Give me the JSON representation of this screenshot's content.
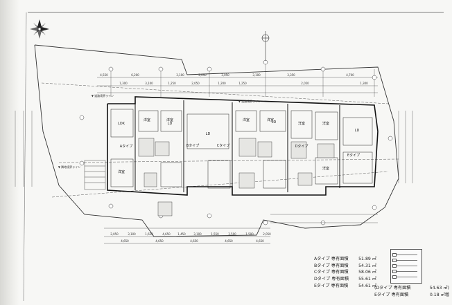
{
  "areas": [
    {
      "label": "Aタイプ 専有面積",
      "value": "51.89 ㎡"
    },
    {
      "label": "Bタイプ 専有面積",
      "value": "54.31 ㎡"
    },
    {
      "label": "Cタイプ 専有面積",
      "value": "58.06 ㎡"
    },
    {
      "label": "Dタイプ 専有面積",
      "value": "55.61 ㎡"
    },
    {
      "label": "Eタイプ 専有面積",
      "value": "54.61 ㎡"
    }
  ],
  "summary": [
    {
      "label": "(Dタイプ 専有面積",
      "value": "54.63 ㎡)"
    },
    {
      "label": "Eタイプ 専有面積",
      "value": "0.18 ㎡増"
    }
  ],
  "dims_top_row1": [
    "4,550",
    "6,200",
    "3,100",
    "2,050",
    "3,050",
    "3,100",
    "3,350",
    "4,700"
  ],
  "dims_top_row2": [
    "1,300",
    "3,100",
    "1,250",
    "2,050",
    "1,200",
    "1,250",
    "2,050",
    "1,300"
  ],
  "dims_bottom_row1": [
    "2,050",
    "3,100",
    "1,650",
    "4,650",
    "1,450",
    "3,100",
    "1,550",
    "3,500",
    "1,500",
    "2,050"
  ],
  "dims_bottom_row2": [
    "4,650",
    "4,650",
    "4,650",
    "4,650",
    "4,650"
  ],
  "room_labels": [
    "LDK",
    "LD",
    "LD",
    "LD",
    "LD",
    "洋室",
    "洋室",
    "洋室",
    "洋室",
    "洋室",
    "洋室",
    "洋室",
    "洋室"
  ],
  "type_labels": [
    "Aタイプ",
    "Bタイプ",
    "Cタイプ",
    "Dタイプ",
    "Eタイプ"
  ],
  "line_labels": [
    "▼ 道路境界ライン",
    "▼ 道路境界ライン",
    "▼ 隣地境界ライン"
  ]
}
